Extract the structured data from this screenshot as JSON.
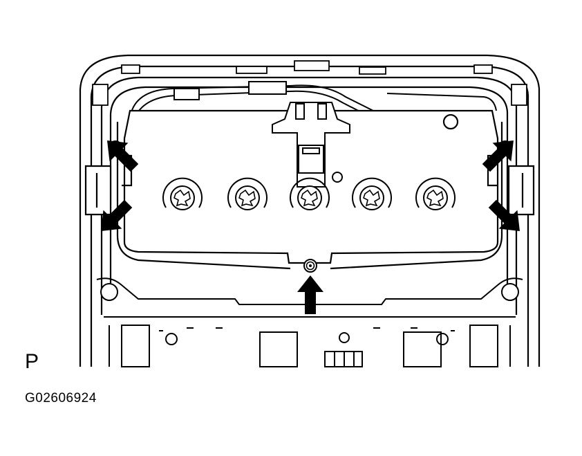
{
  "figure": {
    "view_letter": "P",
    "figure_code": "G02606924",
    "line_color": "#000000",
    "background_color": "#ffffff"
  },
  "callouts": {
    "arrows": [
      {
        "name": "arrow-upper-left",
        "icon": "solid-arrow-icon"
      },
      {
        "name": "arrow-lower-left",
        "icon": "solid-arrow-icon"
      },
      {
        "name": "arrow-bottom-center",
        "icon": "solid-arrow-icon"
      },
      {
        "name": "arrow-upper-right",
        "icon": "solid-arrow-icon"
      },
      {
        "name": "arrow-lower-right",
        "icon": "solid-arrow-icon"
      }
    ],
    "bolt_count": 5
  }
}
